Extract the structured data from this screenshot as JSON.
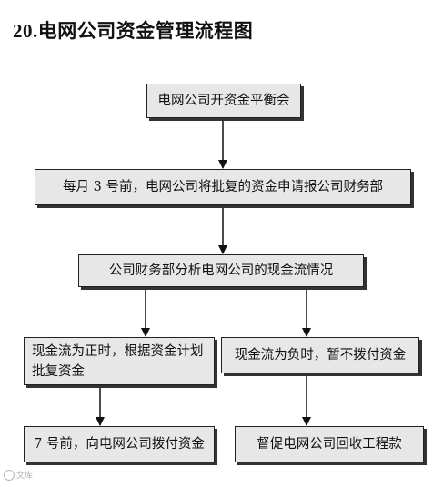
{
  "title": {
    "number": "20.",
    "text": "电网公司资金管理流程图"
  },
  "nodes": {
    "balance_meeting": "电网公司开资金平衡会",
    "monthly_report": "每月 3 号前，电网公司将批复的资金申请报公司财务部",
    "cash_analysis": "公司财务部分析电网公司的现金流情况",
    "positive_flow": "现金流为正时，根据资金计划批复资金",
    "negative_flow": "现金流为负时，暂不拨付资金",
    "allocate_funds": "7 号前，向电网公司拨付资金",
    "urge_recovery": "督促电网公司回收工程款"
  },
  "watermark": "文库"
}
